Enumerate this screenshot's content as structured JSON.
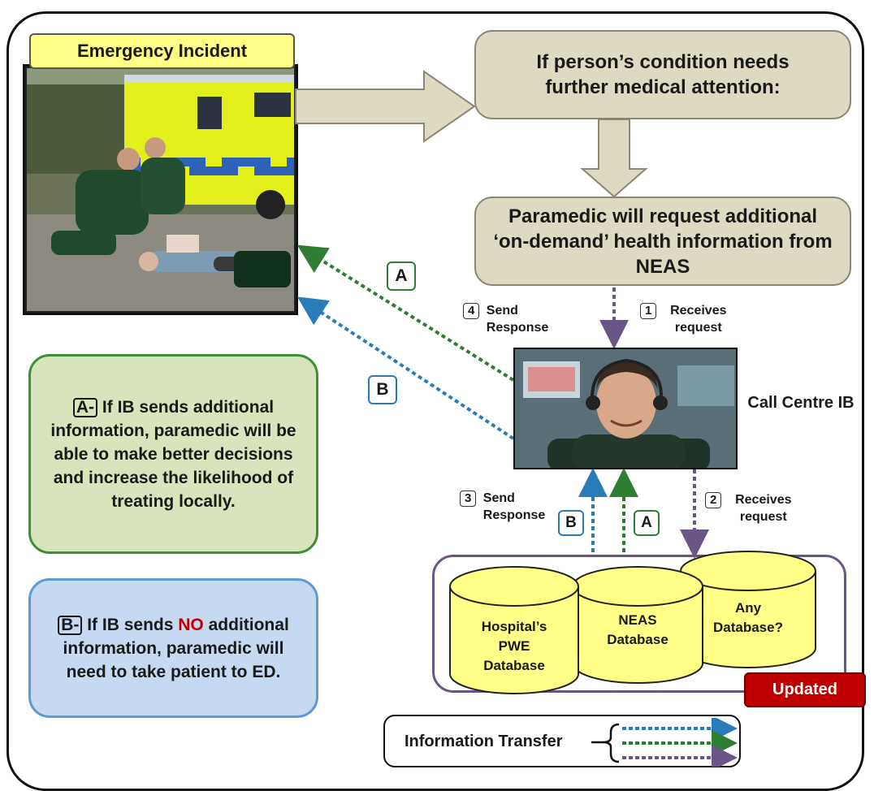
{
  "incident": {
    "title": "Emergency Incident"
  },
  "flow": {
    "condition_box": "If person’s condition needs further medical attention:",
    "request_box": "Paramedic will request additional ‘on-demand’ health information from NEAS"
  },
  "steps": [
    {
      "num": "1",
      "label": "Receives request"
    },
    {
      "num": "2",
      "label": "Receives request"
    },
    {
      "num": "3",
      "label": "Send Response"
    },
    {
      "num": "4",
      "label": "Send Response"
    }
  ],
  "path_labels": {
    "a": "A",
    "b": "B"
  },
  "call_centre": {
    "label": "Call Centre IB"
  },
  "notes": {
    "a": {
      "tag": "A-",
      "text": "If IB sends additional information, paramedic will be able to make better decisions and increase the likelihood of treating locally."
    },
    "b": {
      "tag": "B-",
      "text_before": "If IB sends",
      "emphasis": "NO",
      "text_after": "additional information, paramedic will need to take patient to ED."
    }
  },
  "databases": [
    {
      "label": "Hospital’s PWE Database"
    },
    {
      "label": "NEAS Database"
    },
    {
      "label": "Any Database?"
    }
  ],
  "status": {
    "updated": "Updated"
  },
  "legend": {
    "label": "Information Transfer"
  },
  "colors": {
    "path_a": "#2e7d32",
    "path_b": "#2b7bb9",
    "request": "#6a5587",
    "note_a_bg": "#d8e4bc",
    "note_b_bg": "#c6d9f1",
    "box_bg": "#ddd9c3",
    "database": "#ffff88",
    "updated_bg": "#c00000"
  }
}
